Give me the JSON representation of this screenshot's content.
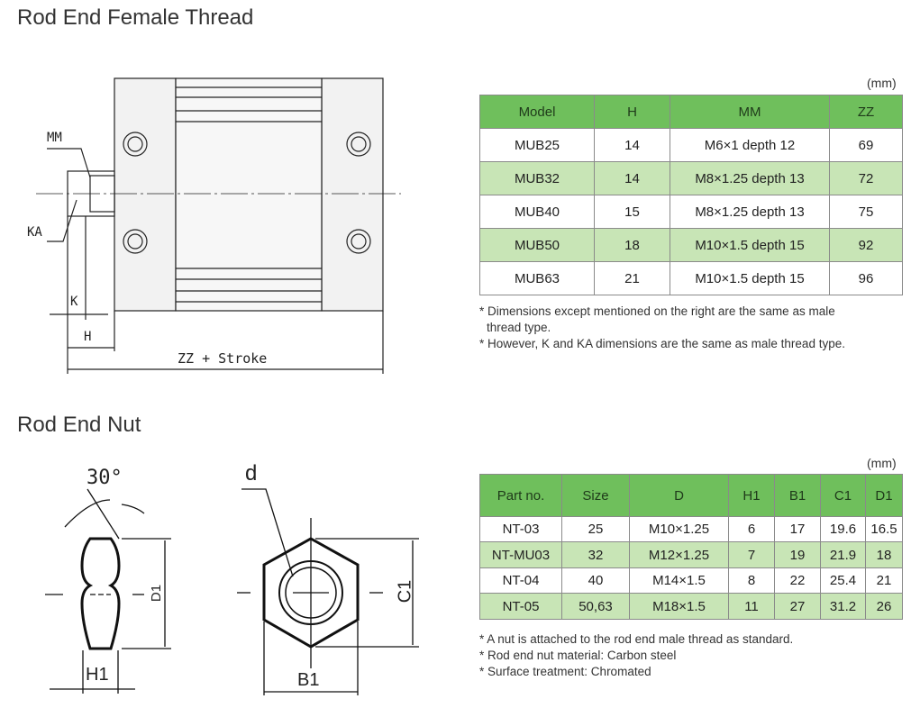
{
  "section1": {
    "title": "Rod End Female Thread",
    "unit": "(mm)",
    "headers": [
      "Model",
      "H",
      "MM",
      "ZZ"
    ],
    "rows": [
      [
        "MUB25",
        "14",
        "M6×1 depth 12",
        "69"
      ],
      [
        "MUB32",
        "14",
        "M8×1.25 depth 13",
        "72"
      ],
      [
        "MUB40",
        "15",
        "M8×1.25 depth 13",
        "75"
      ],
      [
        "MUB50",
        "18",
        "M10×1.5 depth 15",
        "92"
      ],
      [
        "MUB63",
        "21",
        "M10×1.5 depth 15",
        "96"
      ]
    ],
    "notes": [
      "* Dimensions except mentioned on the right are the same as male",
      "thread type.",
      "* However, K and KA dimensions are the same as male thread type."
    ],
    "drawing_labels": {
      "mm": "MM",
      "ka": "KA",
      "k": "K",
      "h": "H",
      "zz": "ZZ + Stroke"
    }
  },
  "section2": {
    "title": "Rod End Nut",
    "unit": "(mm)",
    "headers": [
      "Part no.",
      "Size",
      "D",
      "H1",
      "B1",
      "C1",
      "D1"
    ],
    "rows": [
      [
        "NT-03",
        "25",
        "M10×1.25",
        "6",
        "17",
        "19.6",
        "16.5"
      ],
      [
        "NT-MU03",
        "32",
        "M12×1.25",
        "7",
        "19",
        "21.9",
        "18"
      ],
      [
        "NT-04",
        "40",
        "M14×1.5",
        "8",
        "22",
        "25.4",
        "21"
      ],
      [
        "NT-05",
        "50,63",
        "M18×1.5",
        "11",
        "27",
        "31.2",
        "26"
      ]
    ],
    "notes": [
      "* A nut is attached to the rod end male thread as standard.",
      "* Rod end nut material: Carbon steel",
      "* Surface treatment: Chromated"
    ],
    "drawing_labels": {
      "angle": "30°",
      "d1": "D1",
      "h1": "H1",
      "d": "d",
      "c1": "C1",
      "b1": "B1"
    }
  },
  "colors": {
    "header": "#6fbf5c",
    "alt_row": "#c8e5b6"
  }
}
